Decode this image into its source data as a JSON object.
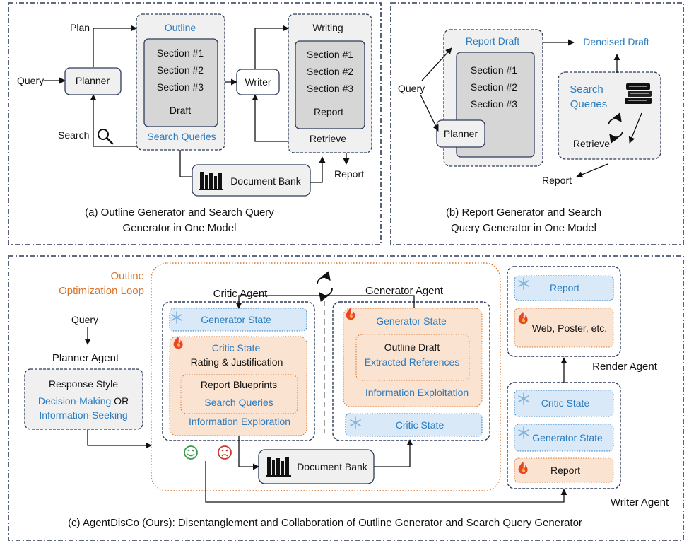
{
  "panel_a": {
    "caption_line1": "(a) Outline Generator and Search Query",
    "caption_line2": "Generator in One Model",
    "query": "Query",
    "plan": "Plan",
    "search": "Search",
    "planner": "Planner",
    "outline": "Outline",
    "sections": [
      "Section #1",
      "Section #2",
      "Section #3"
    ],
    "draft": "Draft",
    "search_queries": "Search Queries",
    "writer": "Writer",
    "writing": "Writing",
    "writing_sections": [
      "Section #1",
      "Section #2",
      "Section #3"
    ],
    "report_inner": "Report",
    "retrieve": "Retrieve",
    "report_out": "Report",
    "document_bank": "Document Bank"
  },
  "panel_b": {
    "caption_line1": "(b) Report Generator and Search",
    "caption_line2": "Query Generator in One Model",
    "query": "Query",
    "report_draft": "Report Draft",
    "sections": [
      "Section #1",
      "Section #2",
      "Section #3"
    ],
    "planner": "Planner",
    "denoised_draft": "Denoised Draft",
    "search": "Search",
    "queries": "Queries",
    "retrieve": "Retrieve",
    "report": "Report"
  },
  "panel_c": {
    "caption": "(c) AgentDisCo (Ours): Disentanglement and Collaboration of Outline Generator and Search Query Generator",
    "loop_line1": "Outline",
    "loop_line2": "Optimization Loop",
    "query": "Query",
    "planner_agent": "Planner Agent",
    "response_style": "Response Style",
    "decision_making": "Decision-Making",
    "or": " OR",
    "information_seeking": "Information-Seeking",
    "critic_agent": "Critic Agent",
    "generator_state": "Generator State",
    "critic_state": "Critic State",
    "rating": "Rating & Justification",
    "report_blueprints": "Report Blueprints",
    "search_queries": "Search Queries",
    "information_exploration": "Information Exploration",
    "generator_agent": "Generator Agent",
    "gen_generator_state": "Generator State",
    "outline_draft": "Outline Draft",
    "extracted_references": "Extracted References",
    "information_exploitation": "Information Exploitation",
    "gen_critic_state": "Critic State",
    "document_bank": "Document Bank",
    "render_report": "Report",
    "render_web": "Web, Poster, etc.",
    "render_agent": "Render Agent",
    "writer_critic_state": "Critic State",
    "writer_generator_state": "Generator State",
    "writer_report": "Report",
    "writer_agent": "Writer Agent"
  },
  "colors": {
    "blue_text": "#2a7bbf",
    "orange_text": "#d9742a",
    "navy_border": "#2e3a59",
    "orange_fill": "#fbe3d2",
    "blue_fill": "#d9e9f7",
    "grey_fill": "#f0f0f0",
    "dark_grey_fill": "#d6d6d6"
  },
  "icons": [
    "magnifier-icon",
    "books-icon",
    "cycle-icon",
    "snowflake-icon",
    "fire-icon",
    "happy-face-icon",
    "sad-face-icon"
  ]
}
